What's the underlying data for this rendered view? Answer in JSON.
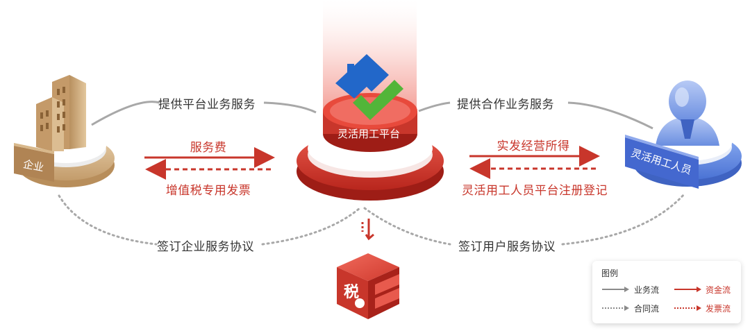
{
  "nodes": {
    "enterprise": {
      "label": "企业"
    },
    "platform": {
      "label": "灵活用工平台"
    },
    "worker": {
      "label": "灵活用工人员"
    },
    "tax": {
      "label": "税"
    }
  },
  "edges": {
    "enterprise_platform_business": "提供平台业务服务",
    "enterprise_platform_fee": "服务费",
    "platform_enterprise_invoice": "增值税专用发票",
    "enterprise_platform_contract": "签订企业服务协议",
    "platform_worker_business": "提供合作业务服务",
    "platform_worker_income": "实发经营所得",
    "worker_platform_register": "灵活用工人员平台注册登记",
    "worker_platform_contract": "签订用户服务协议"
  },
  "legend": {
    "title": "图例",
    "business_flow": "业务流",
    "fund_flow": "资金流",
    "contract_flow": "合同流",
    "invoice_flow": "发票流"
  },
  "colors": {
    "red": "#c8362b",
    "gray_line": "#a8a8a8",
    "building": "#c9a57a",
    "person": "#5b7fd6"
  }
}
